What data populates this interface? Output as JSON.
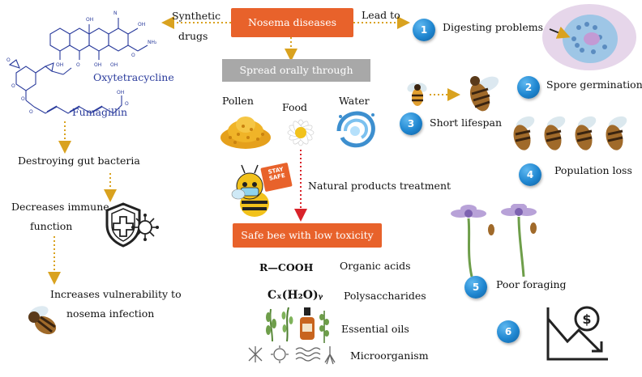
{
  "center": {
    "title": "Nosema diseases",
    "spread": "Spread  orally through",
    "safe": "Safe bee with low toxicity",
    "natural": "Natural products treatment",
    "sources": [
      "Pollen",
      "Food",
      "Water"
    ]
  },
  "left": {
    "synthetic": [
      "Synthetic",
      "drugs"
    ],
    "oxytetracycline": "Oxytetracycline",
    "fumagillin": "Fumagillin",
    "effects": [
      "Destroying gut bacteria",
      "Decreases immune",
      "function",
      "Increases vulnerability to",
      "nosema infection"
    ]
  },
  "right": {
    "lead_to": "Lead to",
    "consequences": [
      {
        "num": "1",
        "label": "Digesting problems"
      },
      {
        "num": "2",
        "label": "Spore germination"
      },
      {
        "num": "3",
        "label": "Short lifespan"
      },
      {
        "num": "4",
        "label": "Population loss"
      },
      {
        "num": "5",
        "label": "Poor foraging"
      },
      {
        "num": "6",
        "label": ""
      }
    ]
  },
  "treatments": [
    {
      "formula": "R—COOH",
      "label": "Organic acids"
    },
    {
      "formula": "Cₓ(H₂O)ᵧ",
      "label": "Polysaccharides"
    },
    {
      "formula": "",
      "label": "Essential oils"
    },
    {
      "formula": "",
      "label": "Microorganism"
    }
  ],
  "sign_text": "STAY SAFE",
  "icons": [
    "arrow-icon",
    "shield-cross-icon",
    "virus-icon",
    "bee-icon",
    "daisy-icon",
    "water-splash-icon",
    "pollen-icon",
    "flower-icon",
    "dollar-down-icon",
    "plant-icon",
    "bottle-icon",
    "microbe-icon"
  ],
  "colors": {
    "orange": "#e8622b",
    "arrow": "#d9a21f",
    "red_arrow": "#d9232a",
    "blue_num": "#1f86d0",
    "chem_blue": "#2a3b9c"
  }
}
